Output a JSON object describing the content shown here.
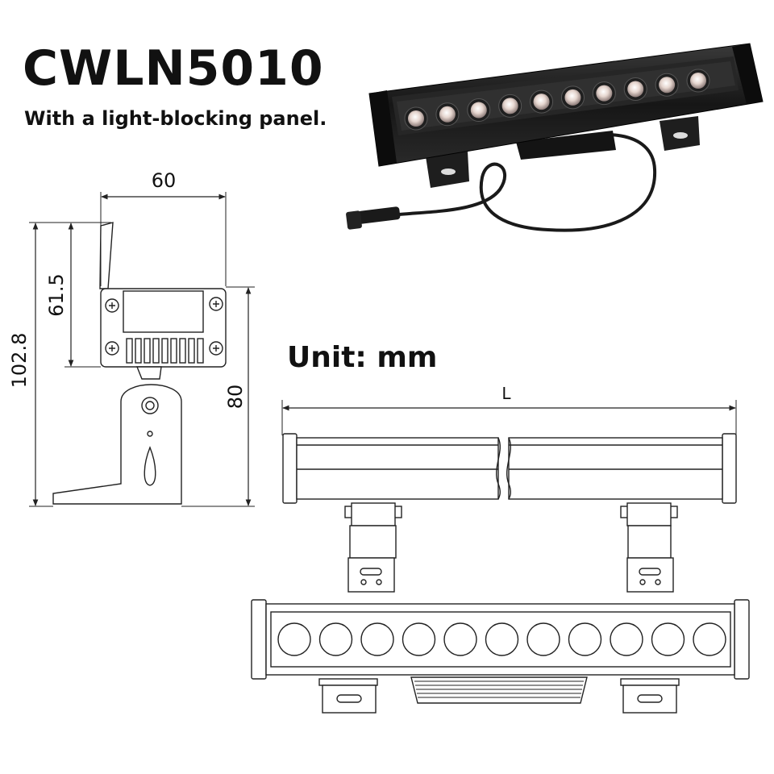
{
  "product": {
    "model": "CWLN5010",
    "subtitle": "With a light-blocking panel."
  },
  "unit_label": "Unit: mm",
  "dimensions": {
    "width": "60",
    "panel_height": "61.5",
    "total_height": "102.8",
    "body_height": "80",
    "length": "L"
  },
  "photo": {
    "led_count": 10
  },
  "front_view": {
    "lens_count": 11
  },
  "colors": {
    "ink": "#111111",
    "fixture_body": "#1b1b1b",
    "led_lens": "#d8c6bf"
  }
}
